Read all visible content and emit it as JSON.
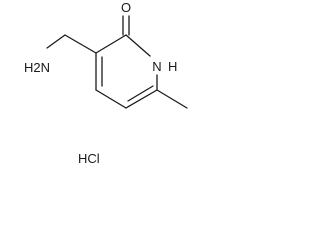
{
  "molecule": {
    "atom_labels": {
      "carbonyl_oxygen": "O",
      "ring_nitrogen_n": "N",
      "ring_nitrogen_h": "H",
      "amine_h2n": "H2N"
    },
    "salt_label": "HCl"
  }
}
